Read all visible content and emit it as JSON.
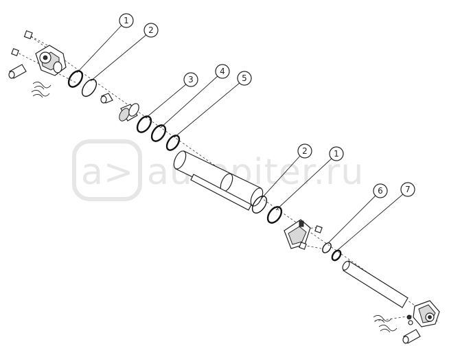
{
  "watermark": {
    "text": "autopiter.ru",
    "logo_glyph": "a>"
  },
  "callouts": [
    {
      "id": "c1a",
      "label": "1"
    },
    {
      "id": "c2a",
      "label": "2"
    },
    {
      "id": "c3",
      "label": "3"
    },
    {
      "id": "c4",
      "label": "4"
    },
    {
      "id": "c5",
      "label": "5"
    },
    {
      "id": "c2b",
      "label": "2"
    },
    {
      "id": "c1b",
      "label": "1"
    },
    {
      "id": "c6",
      "label": "6"
    },
    {
      "id": "c7",
      "label": "7"
    }
  ],
  "colors": {
    "line": "#222222",
    "watermark": "#e6e6e6",
    "shade": "#d8d8d8"
  }
}
